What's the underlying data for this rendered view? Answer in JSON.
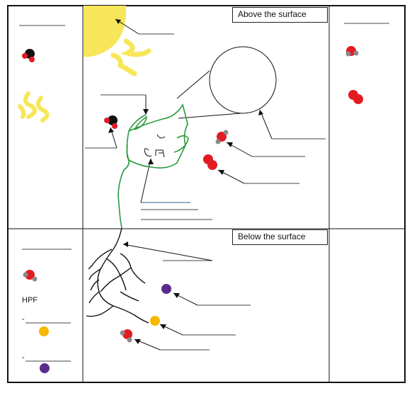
{
  "labels": {
    "above": "Above the surface",
    "below": "Below the surface",
    "hpf": "HPF",
    "dash1": "-",
    "dash2": "-"
  },
  "colors": {
    "sun": "#f7e65a",
    "plant": "#2a9a3a",
    "oxygen_red": "#e31b23",
    "carbon_black": "#111111",
    "hydrogen_gray": "#8a8a8a",
    "purple": "#5b2a8e",
    "yellow_dot": "#f6b800",
    "blue_line": "#2b5c8a"
  }
}
